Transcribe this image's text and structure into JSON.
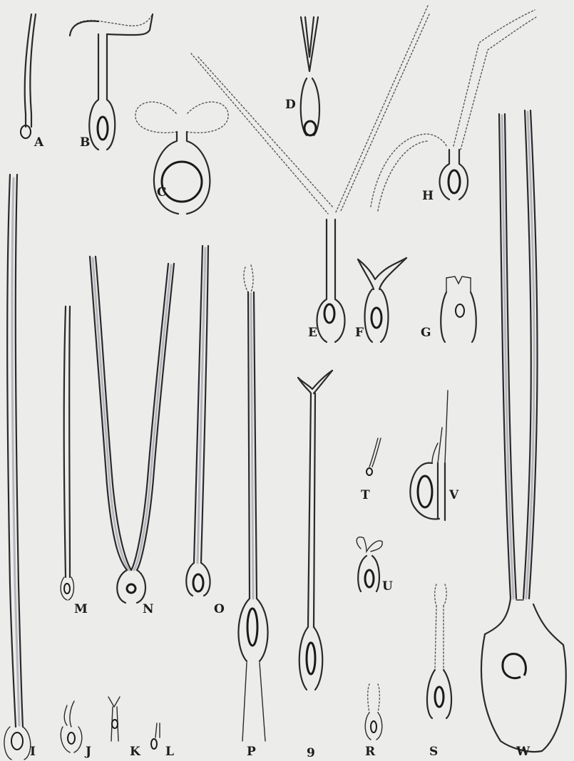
{
  "labels": {
    "A": "A",
    "B": "B",
    "C": "C",
    "D": "D",
    "E": "E",
    "F": "F",
    "G": "G",
    "H": "H",
    "I": "I",
    "J": "J",
    "K": "K",
    "L": "L",
    "M": "M",
    "N": "N",
    "O": "O",
    "P": "P",
    "Q": "9",
    "R": "R",
    "S": "S",
    "T": "T",
    "U": "U",
    "V": "V",
    "W": "W"
  },
  "colors": {
    "paper": "#ececea",
    "ink": "#2a2a2a",
    "shade": "#b9b4bd"
  }
}
